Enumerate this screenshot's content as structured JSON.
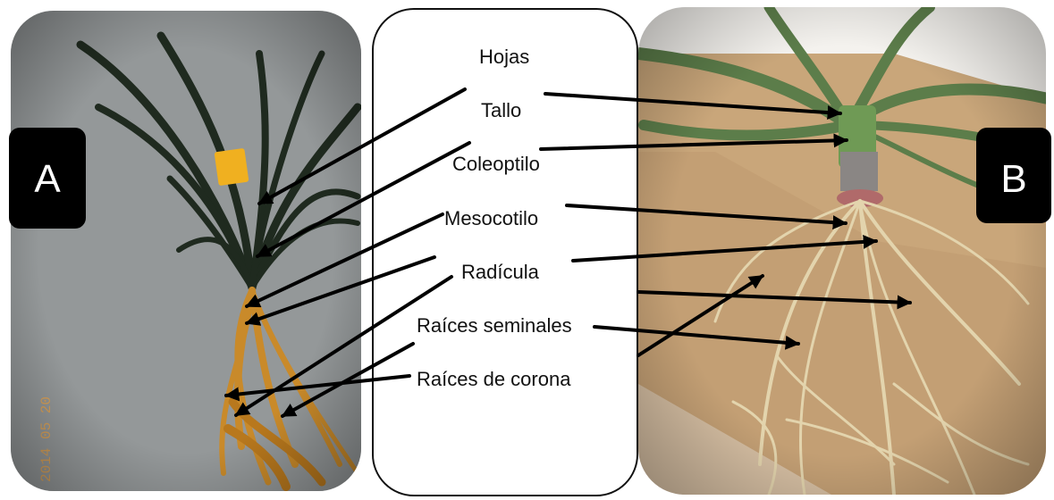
{
  "panels": {
    "a_badge": "A",
    "b_badge": "B",
    "photo_a": "maize-seedling-photo-dark",
    "photo_b": "maize-seedling-photo-light"
  },
  "labels": {
    "hojas": "Hojas",
    "tallo": "Tallo",
    "coleoptilo": "Coleoptilo",
    "mesocotilo": "Mesocotilo",
    "radicula": "Radícula",
    "raices_seminales": "Raíces seminales",
    "raices_corona": "Raíces de corona"
  },
  "colors": {
    "badge_bg": "#000000",
    "badge_text": "#ffffff",
    "arrow": "#000000",
    "root_a": "#c98a2a",
    "leaf_a": "#1f2a1f",
    "root_b": "#d9c79a",
    "leaf_b": "#5c7d4a",
    "cardboard": "#c9a67a"
  }
}
